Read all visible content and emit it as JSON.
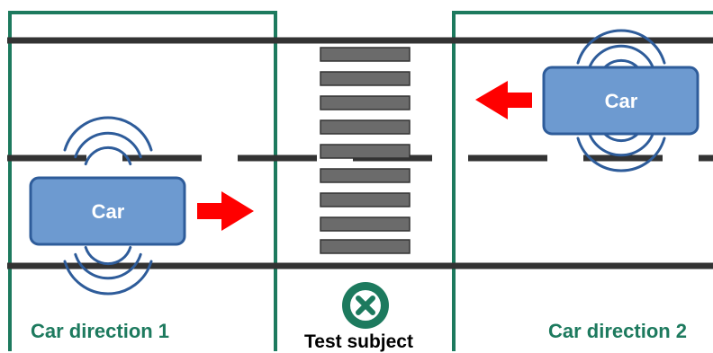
{
  "colors": {
    "zone_border": "#1d7a5e",
    "road_line": "#333333",
    "car_fill": "#6d9ad0",
    "car_stroke": "#2e5c9a",
    "signal_wave": "#2e5c9a",
    "arrow": "#ff0000",
    "crosswalk_fill": "#6b6b6b",
    "subject_icon": "#1d7a5e"
  },
  "cars": [
    {
      "label": "Car",
      "direction": "right"
    },
    {
      "label": "Car",
      "direction": "left"
    }
  ],
  "zones": {
    "left_label": "Car direction 1",
    "right_label": "Car direction 2"
  },
  "subject": {
    "label": "Test subject",
    "icon": "x-circle-icon"
  }
}
